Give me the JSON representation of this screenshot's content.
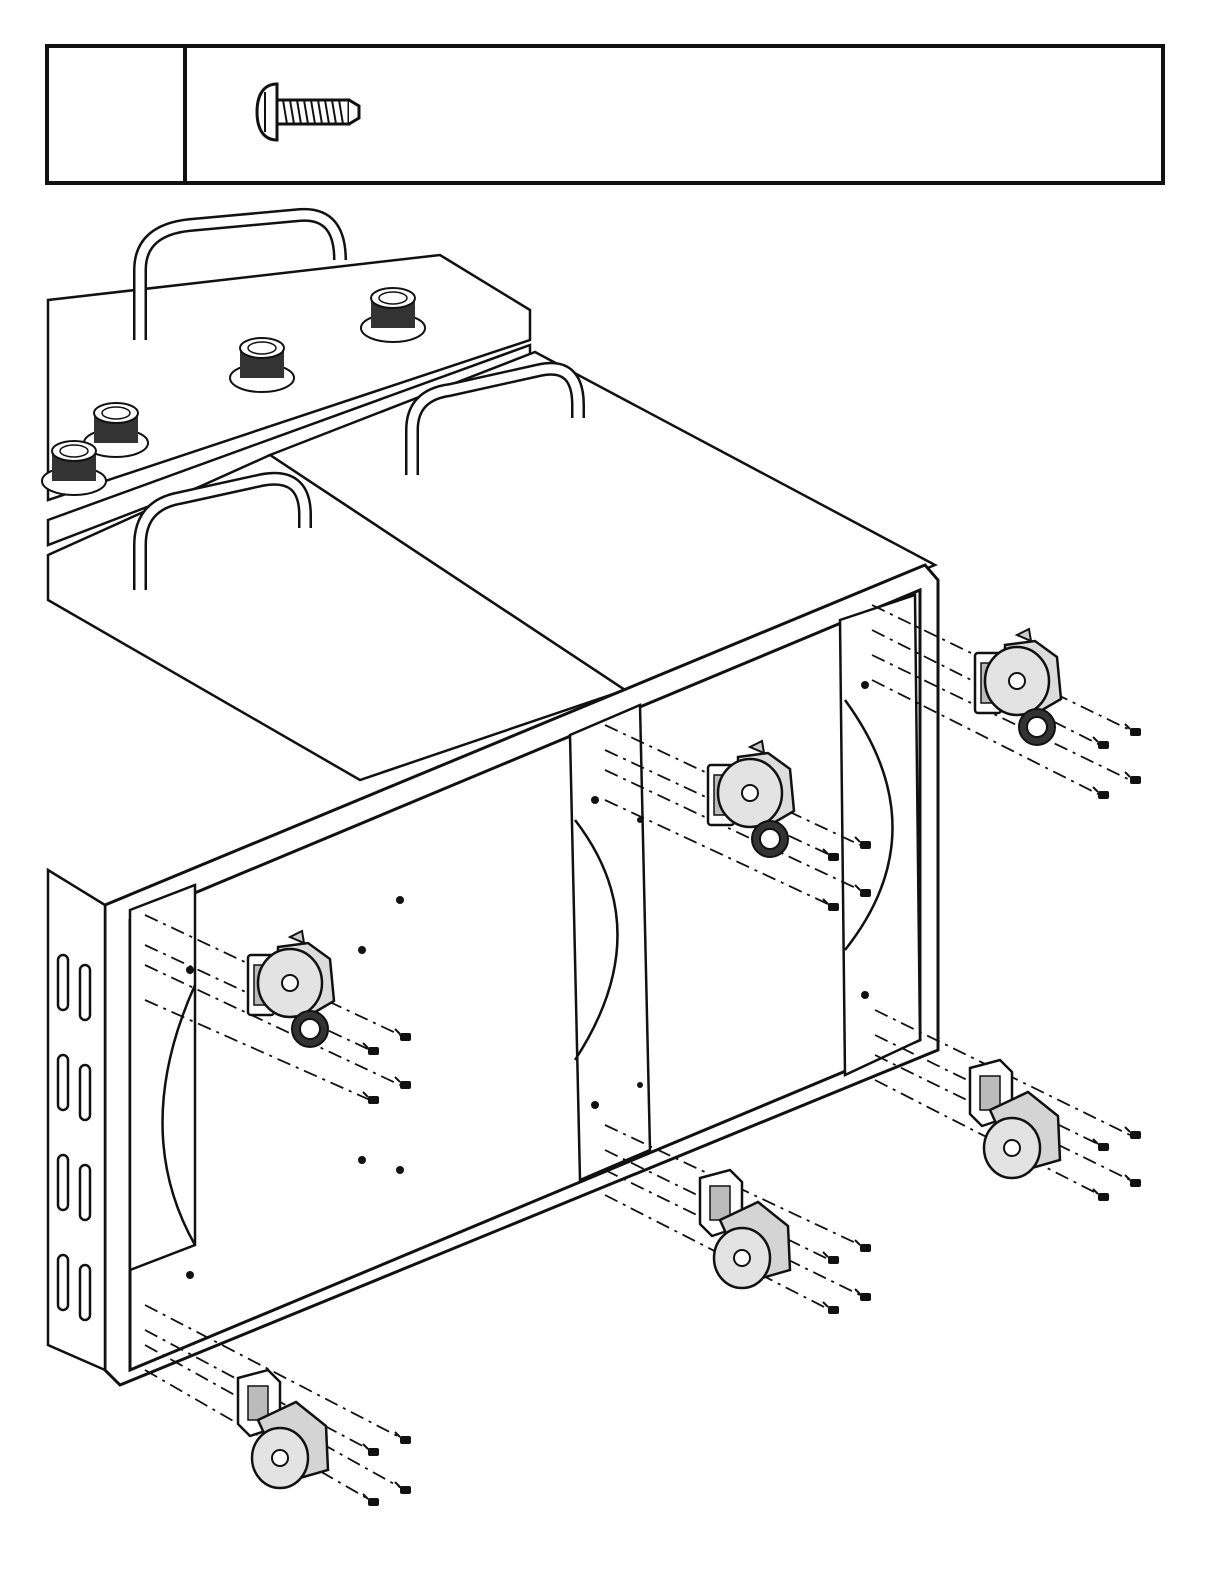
{
  "header": {
    "part_icon": "machine-screw-icon",
    "cells": 2
  },
  "diagram": {
    "subject": "cabinet-base-assembly",
    "casters_total": 6,
    "swivel_casters_with_brake": 3,
    "fixed_casters": 3,
    "screws_per_caster": 4,
    "line_color": "#111111",
    "part_fill_color": "#dcdcdc"
  }
}
